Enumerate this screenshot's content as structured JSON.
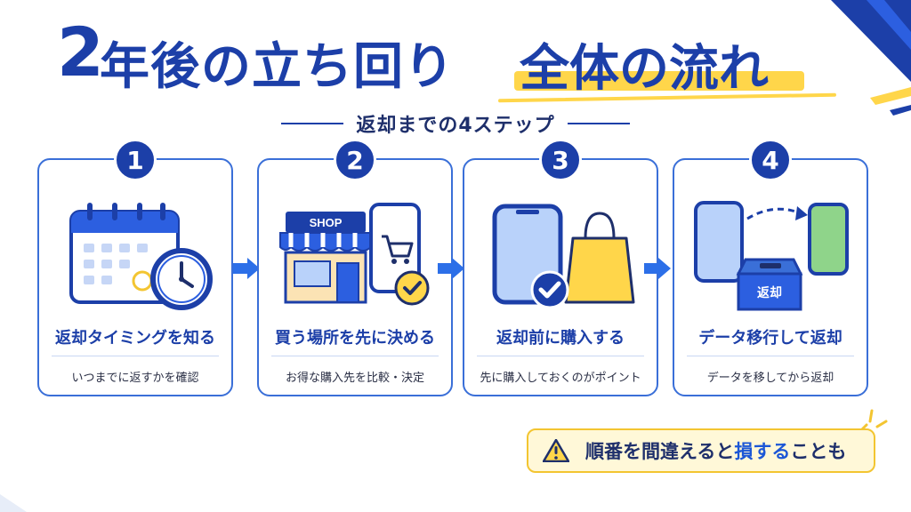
{
  "title": {
    "number": "2",
    "main": "年後の立ち回り",
    "highlight": "全体の流れ"
  },
  "subtitle": "返却までの4ステップ",
  "steps": [
    {
      "number": "1",
      "title": "返却タイミングを知る",
      "description": "いつまでに返すかを確認",
      "illustration": "calendar-clock-icon"
    },
    {
      "number": "2",
      "title": "買う場所を先に決める",
      "description": "お得な購入先を比較・決定",
      "illustration": "shop-phone-cart-icon",
      "shop_label": "SHOP"
    },
    {
      "number": "3",
      "title": "返却前に購入する",
      "description": "先に購入しておくのがポイント",
      "illustration": "phone-bag-check-icon"
    },
    {
      "number": "4",
      "title": "データ移行して返却",
      "description": "データを移してから返却",
      "illustration": "phones-return-box-icon",
      "box_label": "返却"
    }
  ],
  "note": {
    "icon": "warning-icon",
    "prefix": "順番を間違えると",
    "emphasis": "損する",
    "suffix": "ことも"
  },
  "colors": {
    "primary": "#1c3fa8",
    "accent_blue": "#3a6fd8",
    "highlight_yellow": "#ffd64a",
    "note_background": "#fff8d8"
  }
}
